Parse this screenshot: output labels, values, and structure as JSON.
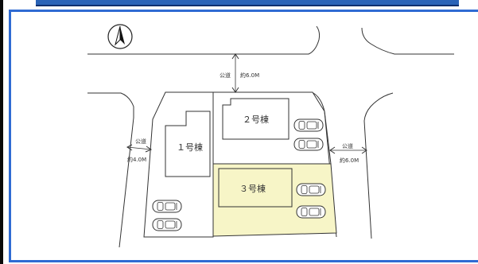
{
  "lots": [
    {
      "id": "lot-1",
      "label": "１号棟",
      "highlighted": false
    },
    {
      "id": "lot-2",
      "label": "２号棟",
      "highlighted": false
    },
    {
      "id": "lot-3",
      "label": "３号棟",
      "highlighted": true
    }
  ],
  "roads": {
    "top": {
      "type_label": "公道",
      "width_label": "約6.0M"
    },
    "left": {
      "type_label": "公道",
      "width_label": "約4.0M"
    },
    "right": {
      "type_label": "公道",
      "width_label": "約6.0M"
    }
  },
  "colors": {
    "highlight_fill": "#f7f5c7",
    "panel_border": "#2f6bd3",
    "top_bar": "#2a63b7",
    "line": "#333333"
  },
  "icons": {
    "north": "north-arrow-icon",
    "car": "car-icon"
  }
}
